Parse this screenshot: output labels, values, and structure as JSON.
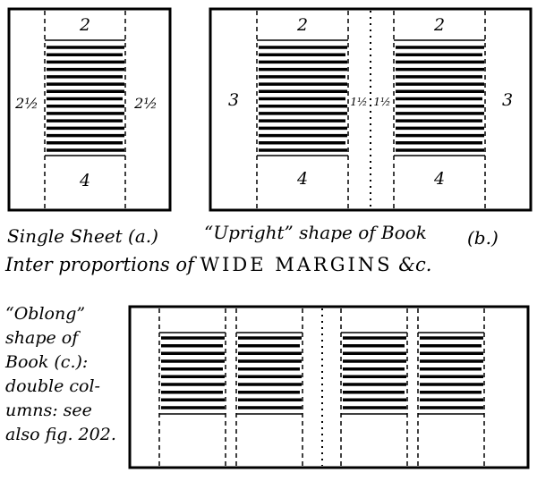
{
  "diagram_a": {
    "top": "2",
    "left": "2½",
    "right": "2½",
    "bottom": "4"
  },
  "diagram_b": {
    "left_top": "2",
    "right_top": "2",
    "outer_left": "3",
    "gutter_left": "1½",
    "gutter_right": "1½",
    "outer_right": "3",
    "left_bottom": "4",
    "right_bottom": "4"
  },
  "captions": {
    "single_sheet": "Single Sheet (a.)",
    "upright": "“Upright” shape of Book",
    "upright_letter": "(b.)",
    "line2_prefix": "Inter proportions of",
    "line2_caps": "WIDE MARGINS",
    "line2_suffix": "&c."
  },
  "oblong_note": {
    "lines": [
      "“Oblong”",
      "shape of",
      "Book (c.):",
      "double col-",
      "umns: see",
      "also fig. 202."
    ]
  }
}
